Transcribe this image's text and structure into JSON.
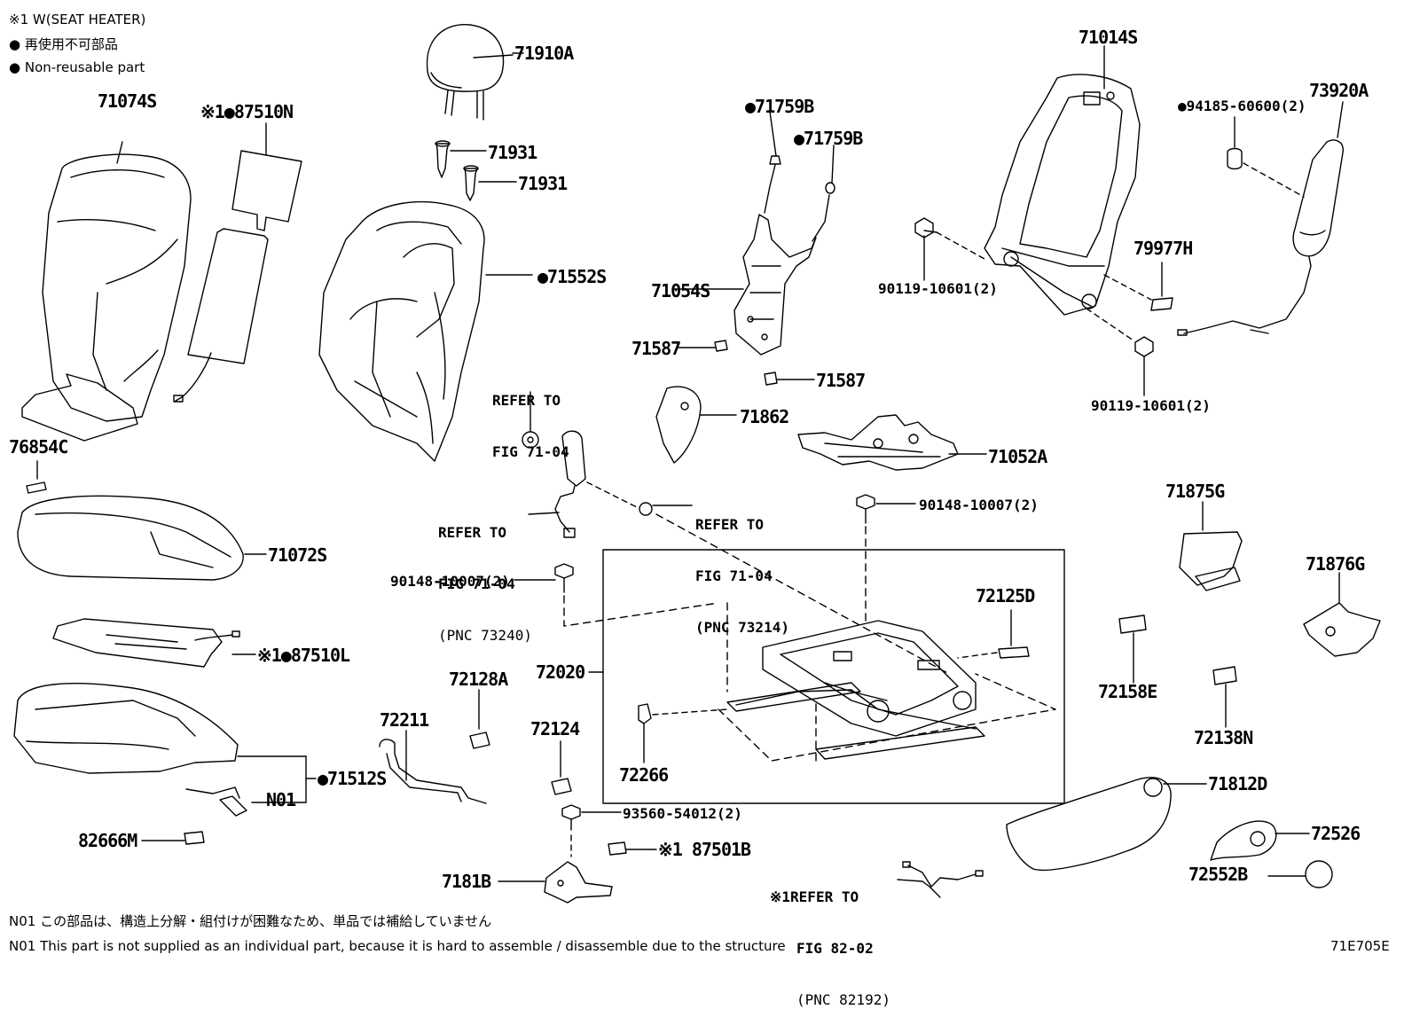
{
  "header": {
    "line1": "※1 W(SEAT HEATER)",
    "line2": "● 再使用不可部品",
    "line3": "● Non-reusable part"
  },
  "parts": {
    "p71910A": "71910A",
    "p71931a": "71931",
    "p71931b": "71931",
    "p71074S": "71074S",
    "p87510N": "※1●87510N",
    "p71552S": "●71552S",
    "p71759B_1": "●71759B",
    "p71759B_2": "●71759B",
    "p71054S": "71054S",
    "p71587a": "71587",
    "p71587b": "71587",
    "p71862": "71862",
    "p71052A": "71052A",
    "p71014S": "71014S",
    "p94185": "●94185-60600(2)",
    "p73920A": "73920A",
    "p90119a": "90119-10601(2)",
    "p79977H": "79977H",
    "p90119b": "90119-10601(2)",
    "p76854C": "76854C",
    "p71072S": "71072S",
    "p87510L": "※1●87510L",
    "p71512S": "●71512S",
    "pN01": "N01",
    "p82666M": "82666M",
    "p90148a": "90148-10007(2)",
    "p90148b": "90148-10007(2)",
    "p72125D": "72125D",
    "p72020": "72020",
    "p72128A": "72128A",
    "p72211": "72211",
    "p72124": "72124",
    "p72266": "72266",
    "p71875G": "71875G",
    "p71876G": "71876G",
    "p72158E": "72158E",
    "p72138N": "72138N",
    "p71812D": "71812D",
    "p72526": "72526",
    "p72552B": "72552B",
    "p93560": "93560-54012(2)",
    "p87501B": "※1 87501B",
    "p7181B": "7181B"
  },
  "refs": {
    "r1_line1": "REFER TO",
    "r1_line2": "FIG 71-04",
    "r2_line1": "REFER TO",
    "r2_line2": "FIG 71-04",
    "r2_line3": "(PNC 73240)",
    "r3_line1": "REFER TO",
    "r3_line2": "FIG 71-04",
    "r3_line3": "(PNC 73214)",
    "r4_line1": "※1REFER TO",
    "r4_line2": "FIG 82-02",
    "r4_line3": "(PNC 82192)"
  },
  "footer": {
    "note_jp": "N01 この部品は、構造上分解・組付けが困難なため、単品では補給していません",
    "note_en": "N01 This part is not supplied as an individual part, because it is hard to assemble / disassemble due to the structure",
    "code": "71E705E"
  }
}
